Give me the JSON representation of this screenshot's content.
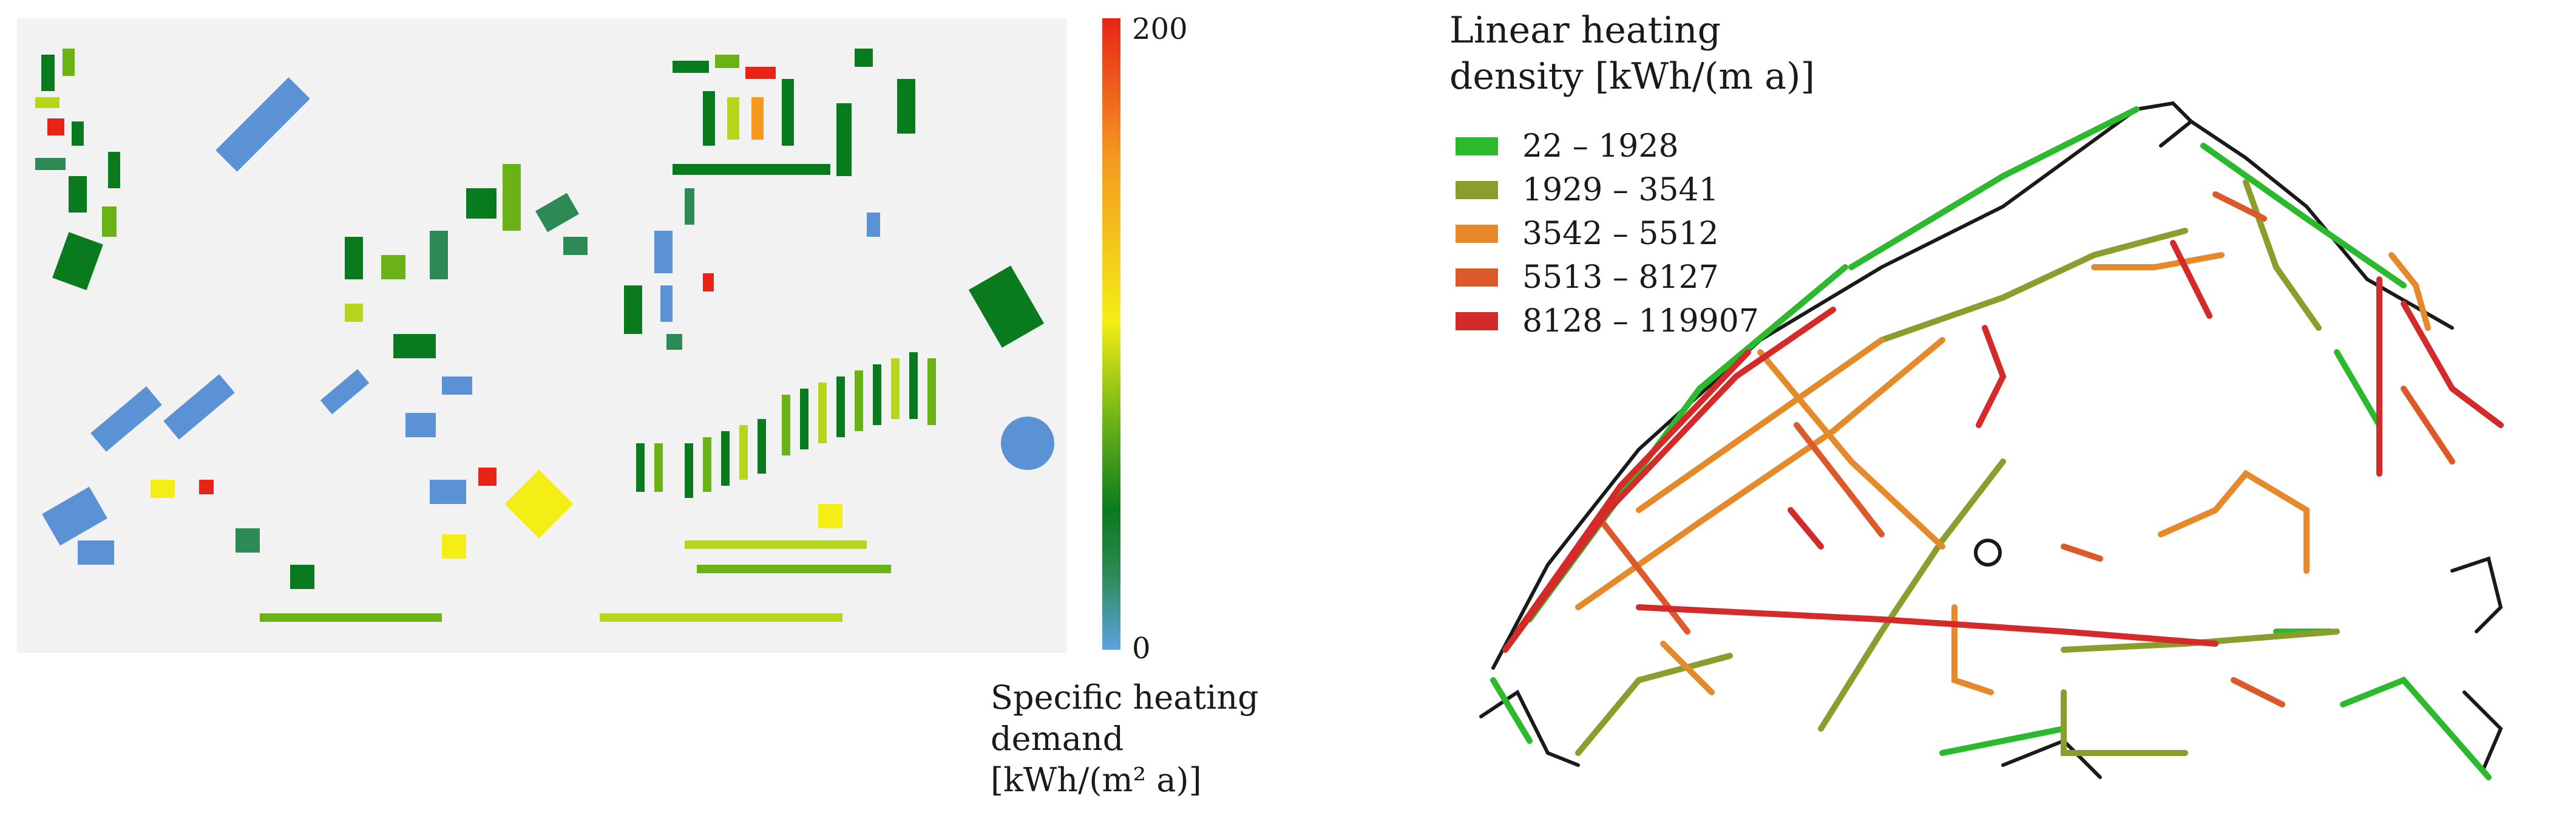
{
  "building_map": {
    "colorbar": {
      "max_label": "200",
      "min_label": "0",
      "title_line1": "Specific heating",
      "title_line2": "demand",
      "title_line3": "[kWh/(m² a)]",
      "colors": [
        "#e82318",
        "#f39a1f",
        "#f4ee16",
        "#6bb217",
        "#0a7a1f",
        "#5ba3e4"
      ]
    }
  },
  "network_map": {
    "title_line1": "Linear heating",
    "title_line2": "density [kWh/(m a)]",
    "legend": [
      {
        "label": "22 – 1928",
        "color": "#2db92d"
      },
      {
        "label": "1929 – 3541",
        "color": "#8a9e2e"
      },
      {
        "label": "3542 – 5512",
        "color": "#e5892b"
      },
      {
        "label": "5513 – 8127",
        "color": "#dc5a2a"
      },
      {
        "label": "8128 – 119907",
        "color": "#d42a2a"
      }
    ]
  }
}
